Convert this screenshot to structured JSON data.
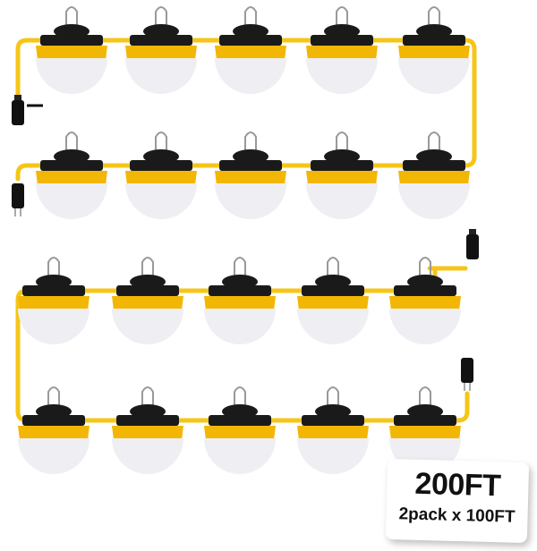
{
  "product": {
    "length_label": "200FT",
    "pack_label": "2pack x 100FT",
    "bulbs_per_string": 10,
    "strings": 2
  },
  "colors": {
    "cord": "#f5c518",
    "housing": "#f2b705",
    "dome": "#efeff3",
    "clip": "#1a1a1a"
  }
}
